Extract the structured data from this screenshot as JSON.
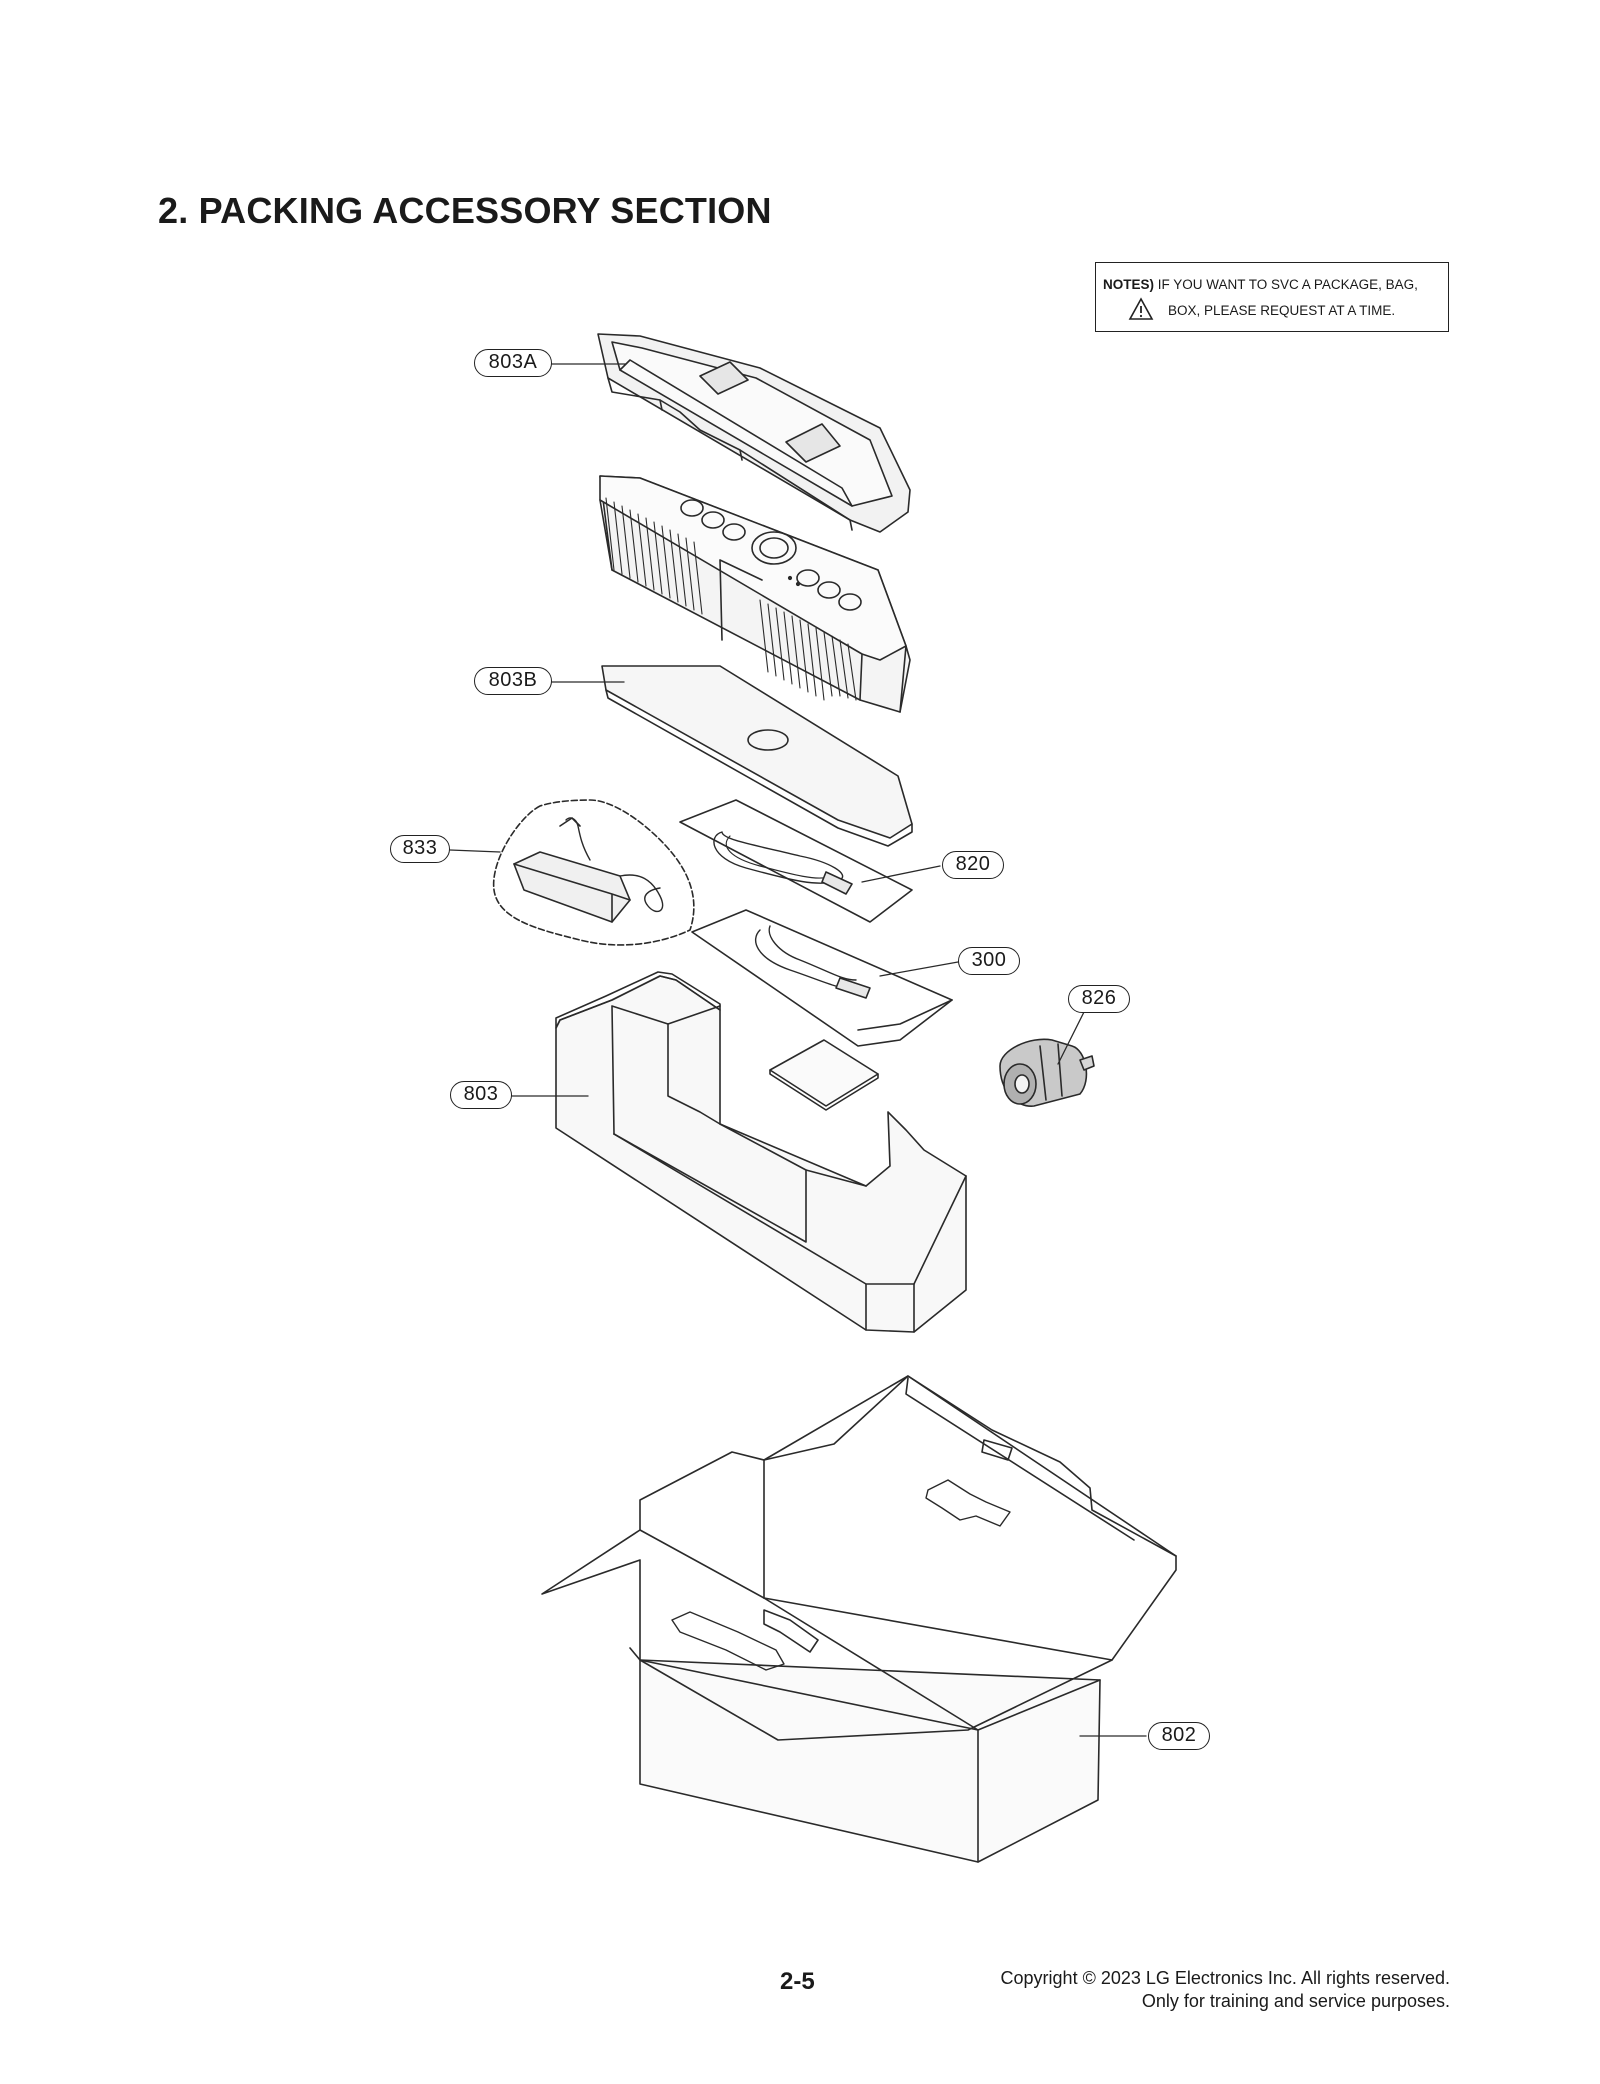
{
  "section_title": "2. PACKING ACCESSORY SECTION",
  "notes": {
    "bold_label": "NOTES)",
    "line1": "IF YOU WANT TO SVC A PACKAGE, BAG,",
    "line2": "BOX, PLEASE REQUEST AT A TIME."
  },
  "callouts": {
    "c803A": "803A",
    "c803B": "803B",
    "c833": "833",
    "c820": "820",
    "c300": "300",
    "c826": "826",
    "c803": "803",
    "c802": "802"
  },
  "footer": {
    "page_number": "2-5",
    "copyright_line1": "Copyright © 2023 LG Electronics Inc. All rights reserved.",
    "copyright_line2": "Only for training and service purposes."
  }
}
